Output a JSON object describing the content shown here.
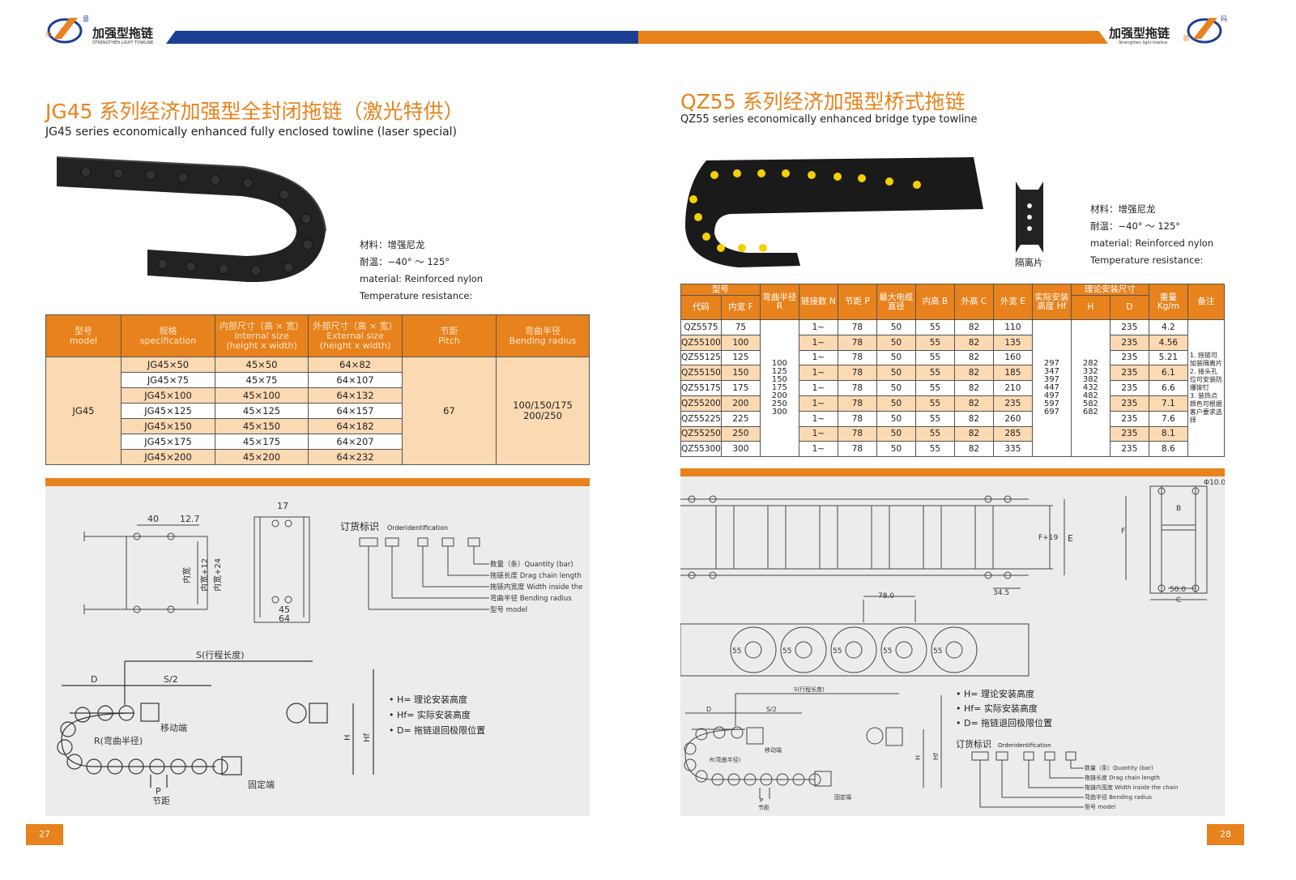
{
  "header": {
    "left_logo_text": "加强型拖链",
    "left_logo_sub": "STRENGTHEN LIGHT TOWLINE",
    "left_logo_chars": [
      "中",
      "意"
    ],
    "right_logo_text": "加强型拖链",
    "right_logo_sub": "Strengthen light towline",
    "right_logo_chars": [
      "欧",
      "玛"
    ],
    "colors": {
      "blue": "#1b3f93",
      "orange": "#e8821c"
    }
  },
  "left": {
    "title": "JG45 系列经济加强型全封闭拖链（激光特供）",
    "subtitle": "JG45 series economically enhanced fully enclosed towline (laser special)",
    "spec": {
      "material_cn": "材料：增强尼龙",
      "temp_cn": "耐温：−40° ～ 125°",
      "material_en": "material: Reinforced nylon",
      "temp_en": "Temperature resistance:"
    },
    "table": {
      "headers": [
        "型号\nmodel",
        "规格\nspecification",
        "内部尺寸（高 × 宽）\nInternal size (height x width)",
        "外部尺寸（高 × 宽）\nExternal size (height x width)",
        "节距\nPitch",
        "弯曲半径\nBending radius"
      ],
      "model": "JG45",
      "pitch": "67",
      "radius": "100/150/175\n200/250",
      "rows": [
        [
          "JG45×50",
          "45×50",
          "64×82"
        ],
        [
          "JG45×75",
          "45×75",
          "64×107"
        ],
        [
          "JG45×100",
          "45×100",
          "64×132"
        ],
        [
          "JG45×125",
          "45×125",
          "64×157"
        ],
        [
          "JG45×150",
          "45×150",
          "64×182"
        ],
        [
          "JG45×175",
          "45×175",
          "64×207"
        ],
        [
          "JG45×200",
          "45×200",
          "64×232"
        ]
      ]
    },
    "drawing": {
      "dims": [
        "40",
        "12.7",
        "17",
        "45",
        "64",
        "内宽",
        "内宽+12",
        "内宽+24"
      ],
      "order_title": "订货标识",
      "order_title_en": "Orderidentification",
      "order_lines": [
        "数量（条）Quantity (bar)",
        "拖链长度 Drag chain length",
        "拖链内宽度 Width inside the",
        "弯曲半径 Bending radius",
        "型号 model"
      ],
      "motion": {
        "s": "S(行程长度)",
        "d": "D",
        "s2": "S/2",
        "moving": "移动端",
        "radius": "R(弯曲半径)",
        "fixed": "固定端",
        "pitch_p": "P",
        "pitch": "节距",
        "h": "H",
        "hf": "Hf"
      },
      "notes": [
        "• H= 理论安装高度",
        "• Hf= 实际安装高度",
        "• D= 拖链退回极限位置"
      ]
    },
    "page_number": "27"
  },
  "right": {
    "title": "QZ55 系列经济加强型桥式拖链",
    "subtitle": "QZ55 series economically enhanced bridge type towline",
    "separator_label": "隔离片",
    "spec": {
      "material_cn": "材料：增强尼龙",
      "temp_cn": "耐温：−40° ～ 125°",
      "material_en": "material: Reinforced nylon",
      "temp_en": "Temperature resistance:"
    },
    "table": {
      "group1": "型号",
      "group2": "理论安装尺寸",
      "headers": [
        "代码",
        "内宽 F",
        "弯曲半径 R",
        "链接数 N",
        "节距 P",
        "最大电缆直径",
        "内高 B",
        "外高 C",
        "外宽 E",
        "实际安装高度 Hf",
        "H",
        "D",
        "重量 Kg/m",
        "备注"
      ],
      "radius_list": "100\n125\n150\n175\n200\n250\n300",
      "hf_list": "297\n347\n397\n447\n497\n597\n697",
      "h_list": "282\n332\n382\n432\n482\n582\n682",
      "remark": "1. 拖链可加装隔离片\n2. 接头孔位可安装防爆铆钉\n3. 装饰点颜色可根据客户要求选择",
      "rows": [
        [
          "QZ5575",
          "75",
          "1~",
          "78",
          "50",
          "55",
          "82",
          "110",
          "235",
          "4.2"
        ],
        [
          "QZ55100",
          "100",
          "1~",
          "78",
          "50",
          "55",
          "82",
          "135",
          "235",
          "4.56"
        ],
        [
          "QZ55125",
          "125",
          "1~",
          "78",
          "50",
          "55",
          "82",
          "160",
          "235",
          "5.21"
        ],
        [
          "QZ55150",
          "150",
          "1~",
          "78",
          "50",
          "55",
          "82",
          "185",
          "235",
          "6.1"
        ],
        [
          "QZ55175",
          "175",
          "1~",
          "78",
          "50",
          "55",
          "82",
          "210",
          "235",
          "6.6"
        ],
        [
          "QZ55200",
          "200",
          "1~",
          "78",
          "50",
          "55",
          "82",
          "235",
          "235",
          "7.1"
        ],
        [
          "QZ55225",
          "225",
          "1~",
          "78",
          "50",
          "55",
          "82",
          "260",
          "235",
          "7.6"
        ],
        [
          "QZ55250",
          "250",
          "1~",
          "78",
          "50",
          "55",
          "82",
          "285",
          "235",
          "8.1"
        ],
        [
          "QZ55300",
          "300",
          "1~",
          "78",
          "50",
          "55",
          "82",
          "335",
          "235",
          "8.6"
        ]
      ]
    },
    "drawing": {
      "dims": [
        "F+19",
        "E",
        "34.5",
        "78.0",
        "Φ10.0",
        "B",
        "F",
        "50.0",
        "C",
        "55"
      ],
      "motion": {
        "s": "S(行程长度)",
        "d": "D",
        "s2": "S/2",
        "moving": "移动端",
        "radius": "R(弯曲半径)",
        "fixed": "固定端",
        "pitch_p": "P",
        "pitch": "节距",
        "h": "H",
        "hf": "Hf"
      },
      "notes": [
        "• H= 理论安装高度",
        "• Hf= 实际安装高度",
        "• D= 拖链退回极限位置"
      ],
      "order_title": "订货标识",
      "order_title_en": "Orderidentification",
      "order_lines": [
        "数量（条）Quantity (bar)",
        "拖链长度 Drag chain length",
        "拖链内宽度 Width inside the chain",
        "弯曲半径 Bending radius",
        "型号 model"
      ]
    },
    "page_number": "28"
  }
}
